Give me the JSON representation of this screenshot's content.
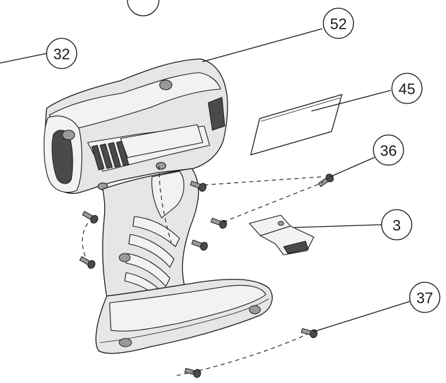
{
  "callouts": [
    {
      "id": "c32",
      "label": "32"
    },
    {
      "id": "c52",
      "label": "52"
    },
    {
      "id": "c45",
      "label": "45"
    },
    {
      "id": "c36",
      "label": "36"
    },
    {
      "id": "c3",
      "label": "3"
    },
    {
      "id": "c37",
      "label": "37"
    }
  ]
}
